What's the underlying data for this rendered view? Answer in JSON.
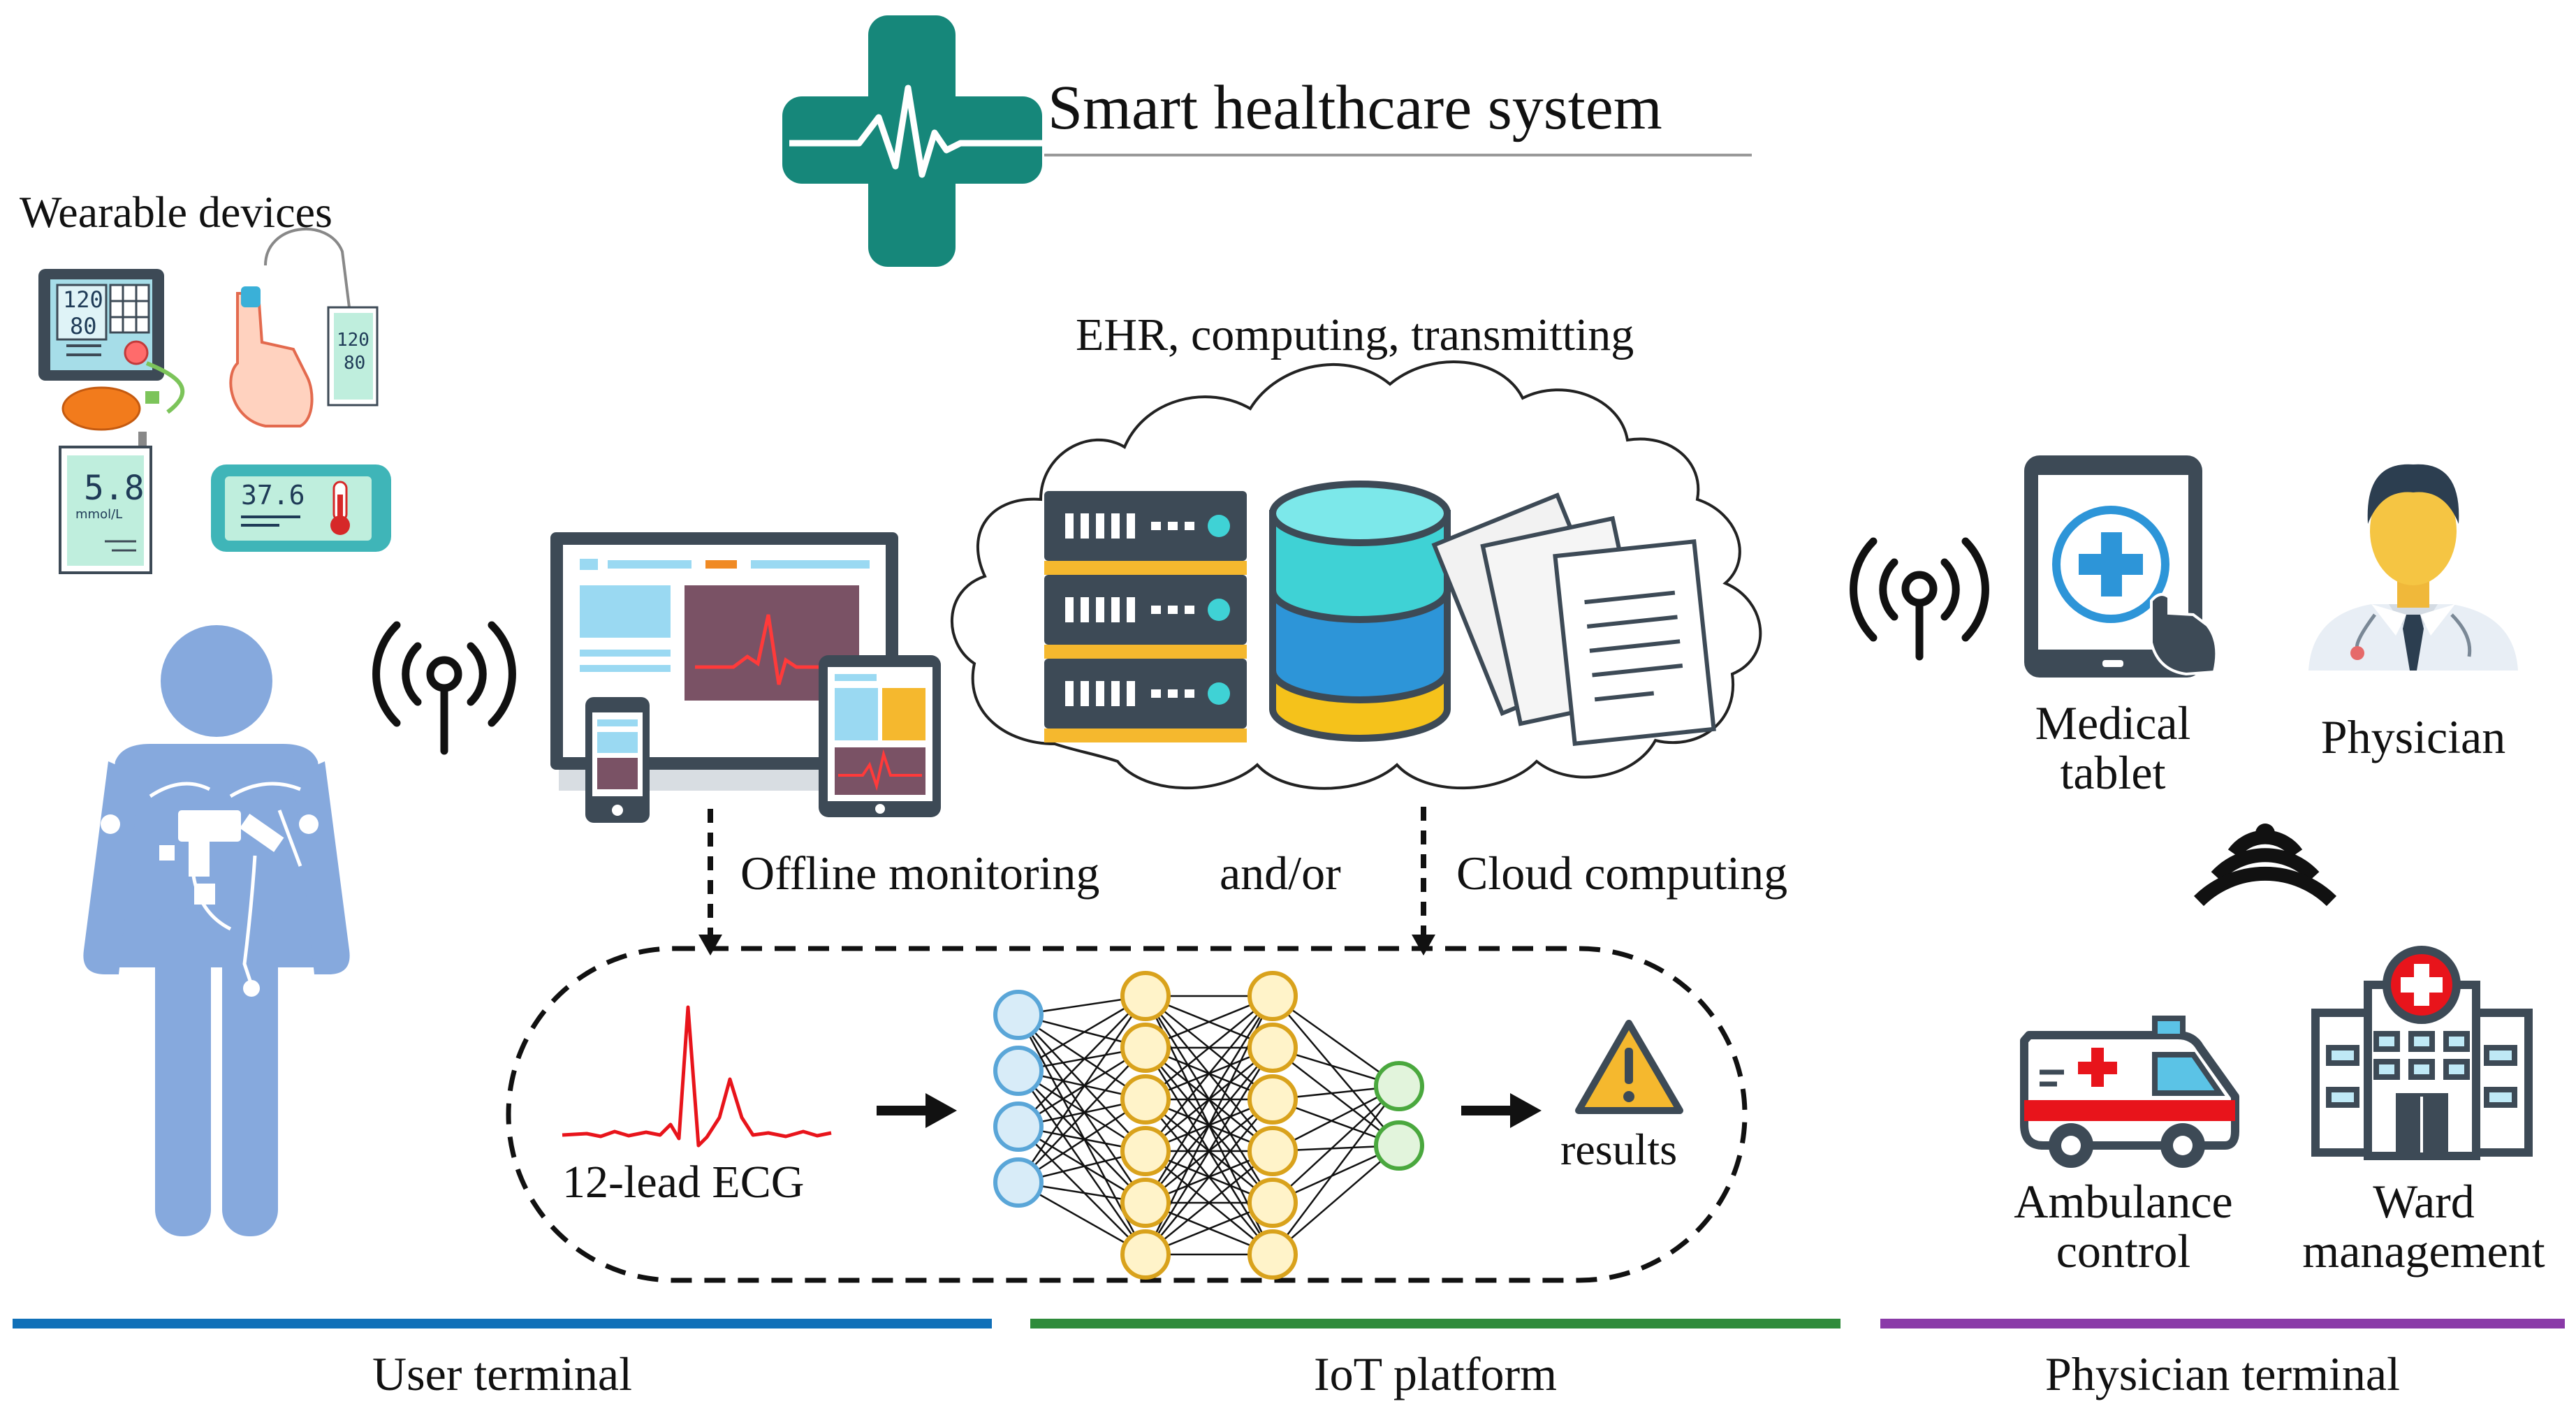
{
  "title": "Smart healthcare system",
  "wearable": {
    "label": "Wearable devices",
    "bp_sys": "120",
    "bp_dia": "80",
    "finger_sys": "120",
    "finger_dia": "80",
    "glucose_value": "5.8",
    "glucose_unit": "mmol/L",
    "temperature": "37.6"
  },
  "cloud": {
    "label": "EHR, computing, transmitting"
  },
  "flow": {
    "offline": "Offline monitoring",
    "andor": "and/or",
    "cloud": "Cloud computing"
  },
  "pipeline": {
    "ecg_label": "12-lead ECG",
    "results_label": "results"
  },
  "physician_side": {
    "tablet_line1": "Medical",
    "tablet_line2": "tablet",
    "physician": "Physician",
    "ambulance_line1": "Ambulance",
    "ambulance_line2": "control",
    "ward_line1": "Ward",
    "ward_line2": "management"
  },
  "sections": [
    {
      "label": "User terminal",
      "color": "#1070b8"
    },
    {
      "label": "IoT platform",
      "color": "#2e8b3a"
    },
    {
      "label": "Physician terminal",
      "color": "#8a3aa8"
    }
  ],
  "colors": {
    "accent_teal": "#16877a",
    "body_blue": "#86a9dd",
    "server_orange": "#f5b82e",
    "db_cyan": "#3fd2d5",
    "db_blue": "#2d95d8",
    "db_yellow": "#f5c21b",
    "ecg_red": "#e8141b",
    "node_blue": "#5aa6d8",
    "node_gold": "#d9a21c",
    "node_green": "#4aa83e"
  }
}
